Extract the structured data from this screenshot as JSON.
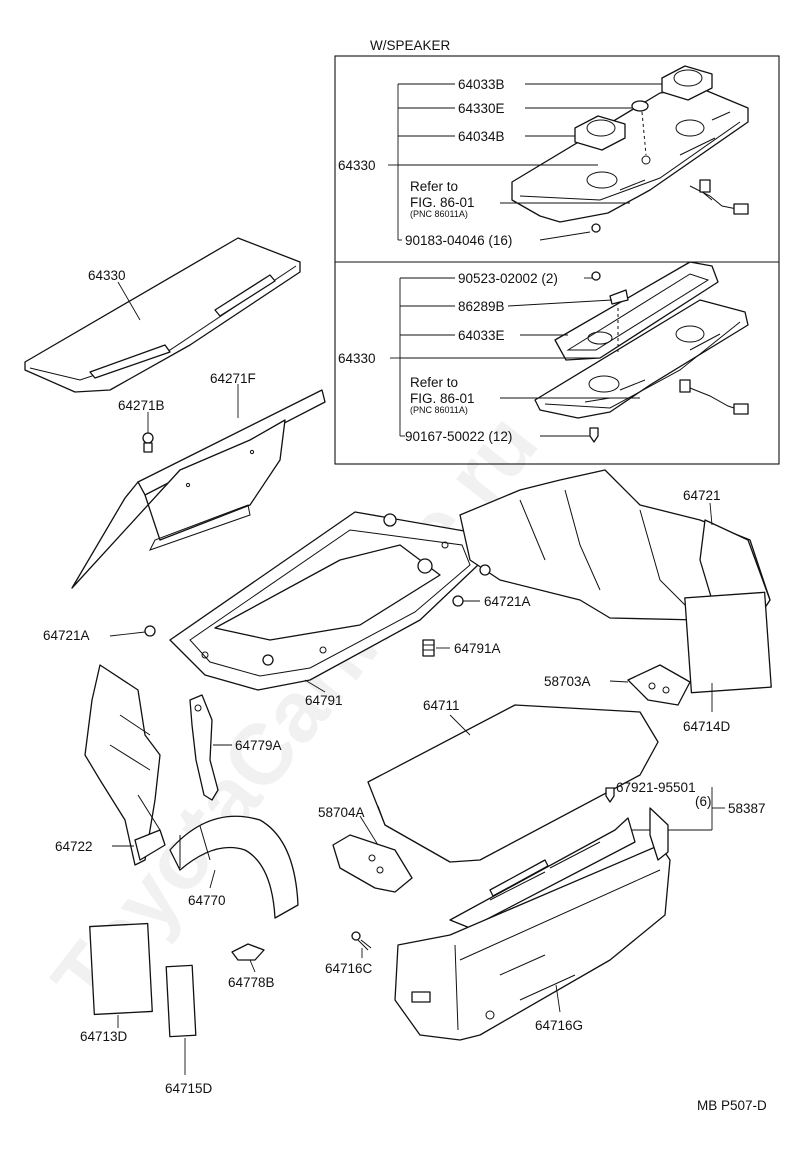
{
  "watermark": "ToyotaCarMine.ru",
  "callout_box": {
    "title": "W/SPEAKER"
  },
  "box_upper": {
    "labels": [
      "64033B",
      "64330E",
      "64034B",
      "64330"
    ],
    "refer_line1": "Refer to",
    "refer_line2": "FIG. 86-01",
    "refer_pnc": "(PNC 86011A)",
    "fastener": "90183-04046 (16)"
  },
  "box_lower": {
    "labels": [
      "90523-02002 (2)",
      "86289B",
      "64033E",
      "64330"
    ],
    "refer_line1": "Refer to",
    "refer_line2": "FIG. 86-01",
    "refer_pnc": "(PNC 86011A)",
    "fastener": "90167-50022 (12)"
  },
  "parts": {
    "p64330": "64330",
    "p64271F": "64271F",
    "p64271B": "64271B",
    "p64721": "64721",
    "p64721A_right": "64721A",
    "p64721A_left": "64721A",
    "p64791A": "64791A",
    "p64791": "64791",
    "p58703A": "58703A",
    "p64714D": "64714D",
    "p64711": "64711",
    "p64779A": "64779A",
    "p67921": "67921-95501",
    "p67921_qty": "(6)",
    "p58387": "58387",
    "p58704A": "58704A",
    "p64722": "64722",
    "p64770": "64770",
    "p64716C": "64716C",
    "p64716G": "64716G",
    "p64713D": "64713D",
    "p64778B": "64778B",
    "p64715D": "64715D"
  },
  "footer_code": "MB P507-D"
}
